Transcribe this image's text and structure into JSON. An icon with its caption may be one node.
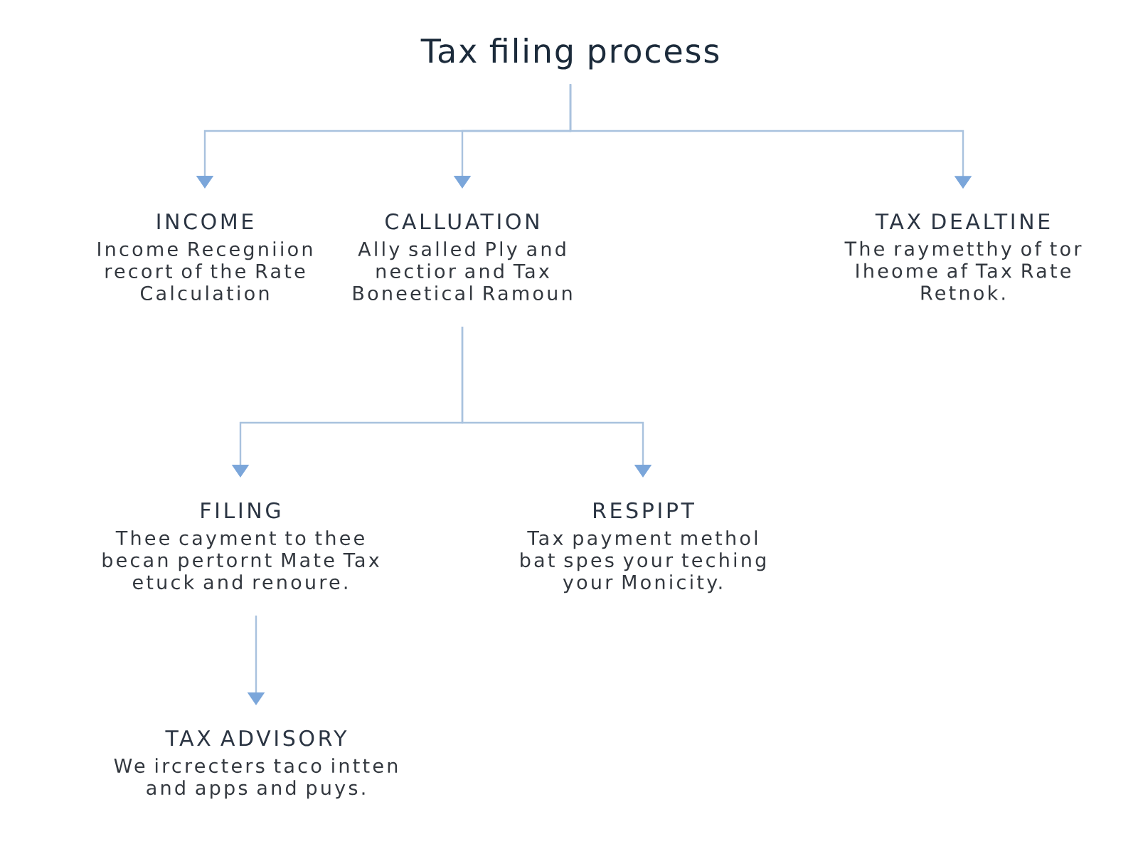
{
  "diagram": {
    "nodes": [
      {
        "text": [
          "Tax filing process"
        ]
      },
      {
        "text": [
          "INCOME",
          "Income Recegniion recort of the Rate Calculation"
        ]
      },
      {
        "text": [
          "CALLUATION",
          "Ally salled Ply and nectior and Tax Boneetical Ramoun"
        ]
      },
      {
        "text": [
          "TAX DEALTINE",
          "The raymetthy of tor Iheome af Tax Rate Retnok."
        ]
      },
      {
        "text": [
          "FILING",
          "Thee cayment to thee becan pertornt Mate Tax etuck and renoure."
        ]
      },
      {
        "text": [
          "RESPIPT",
          "Tax payment methol bat spes your teching your Monicity."
        ]
      },
      {
        "text": [
          "TAX ADVISORY",
          "We ircrecters taco intten and apps and puys."
        ]
      }
    ],
    "edges": [
      {
        "from": 0,
        "to": 1,
        "arrow": "to"
      },
      {
        "from": 0,
        "to": 2,
        "arrow": "to"
      },
      {
        "from": 0,
        "to": 3,
        "arrow": "to"
      },
      {
        "from": 2,
        "to": 4,
        "arrow": "to"
      },
      {
        "from": 2,
        "to": 5,
        "arrow": "to"
      },
      {
        "from": 4,
        "to": 6,
        "arrow": "to"
      }
    ]
  }
}
